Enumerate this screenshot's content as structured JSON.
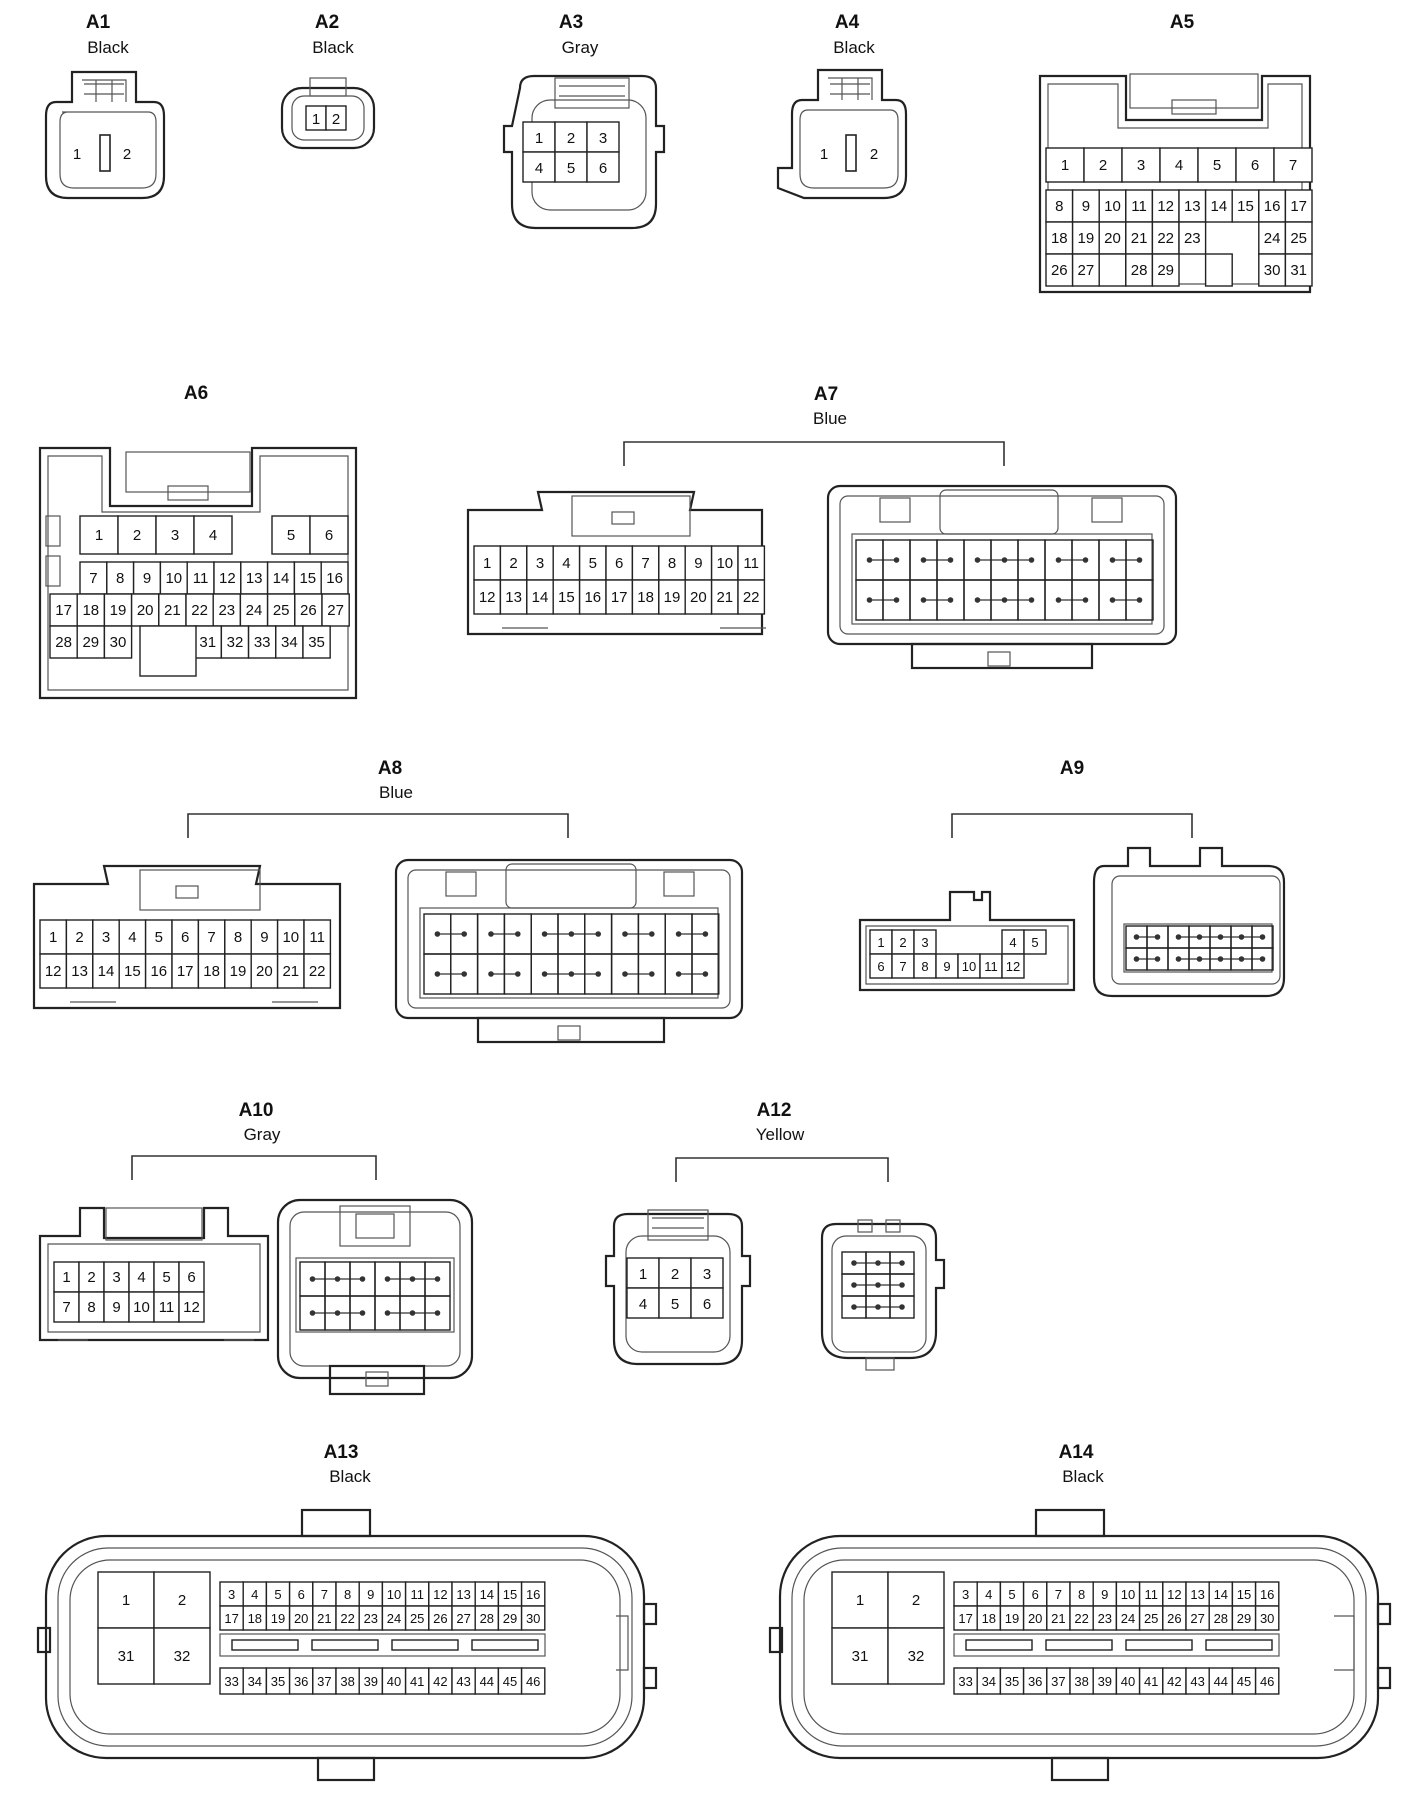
{
  "connectors": {
    "a1": {
      "id": "A1",
      "color": "Black",
      "pins": [
        "1",
        "2"
      ]
    },
    "a2": {
      "id": "A2",
      "color": "Black",
      "pins": [
        "1",
        "2"
      ]
    },
    "a3": {
      "id": "A3",
      "color": "Gray",
      "pins": [
        "1",
        "2",
        "3",
        "4",
        "5",
        "6"
      ]
    },
    "a4": {
      "id": "A4",
      "color": "Black",
      "pins": [
        "1",
        "2"
      ]
    },
    "a5": {
      "id": "A5",
      "color": "",
      "rows": [
        [
          "1",
          "2",
          "3",
          "4",
          "5",
          "6",
          "7"
        ],
        [
          "8",
          "9",
          "10",
          "11",
          "12",
          "13",
          "14",
          "15",
          "16",
          "17"
        ],
        [
          "18",
          "19",
          "20",
          "21",
          "22",
          "23",
          "24",
          "25"
        ],
        [
          "26",
          "27",
          "28",
          "29",
          "30",
          "31"
        ]
      ]
    },
    "a6": {
      "id": "A6",
      "color": "",
      "rows": [
        [
          "1",
          "2",
          "3",
          "4",
          "5",
          "6"
        ],
        [
          "7",
          "8",
          "9",
          "10",
          "11",
          "12",
          "13",
          "14",
          "15",
          "16"
        ],
        [
          "17",
          "18",
          "19",
          "20",
          "21",
          "22",
          "23",
          "24",
          "25",
          "26",
          "27"
        ],
        [
          "28",
          "29",
          "30",
          "31",
          "32",
          "33",
          "34",
          "35"
        ]
      ]
    },
    "a7": {
      "id": "A7",
      "color": "Blue",
      "rows": [
        [
          "1",
          "2",
          "3",
          "4",
          "5",
          "6",
          "7",
          "8",
          "9",
          "10",
          "11"
        ],
        [
          "12",
          "13",
          "14",
          "15",
          "16",
          "17",
          "18",
          "19",
          "20",
          "21",
          "22"
        ]
      ]
    },
    "a8": {
      "id": "A8",
      "color": "Blue",
      "rows": [
        [
          "1",
          "2",
          "3",
          "4",
          "5",
          "6",
          "7",
          "8",
          "9",
          "10",
          "11"
        ],
        [
          "12",
          "13",
          "14",
          "15",
          "16",
          "17",
          "18",
          "19",
          "20",
          "21",
          "22"
        ]
      ]
    },
    "a9": {
      "id": "A9",
      "color": "",
      "rows": [
        [
          "1",
          "2",
          "3",
          "4",
          "5"
        ],
        [
          "6",
          "7",
          "8",
          "9",
          "10",
          "11",
          "12"
        ]
      ]
    },
    "a10": {
      "id": "A10",
      "color": "Gray",
      "rows": [
        [
          "1",
          "2",
          "3",
          "4",
          "5",
          "6"
        ],
        [
          "7",
          "8",
          "9",
          "10",
          "11",
          "12"
        ]
      ]
    },
    "a12": {
      "id": "A12",
      "color": "Yellow",
      "pins": [
        "1",
        "2",
        "3",
        "4",
        "5",
        "6"
      ]
    },
    "a13": {
      "id": "A13",
      "color": "Black",
      "big": [
        "1",
        "2",
        "31",
        "32"
      ],
      "rows": [
        [
          "3",
          "4",
          "5",
          "6",
          "7",
          "8",
          "9",
          "10",
          "11",
          "12",
          "13",
          "14",
          "15",
          "16"
        ],
        [
          "17",
          "18",
          "19",
          "20",
          "21",
          "22",
          "23",
          "24",
          "25",
          "26",
          "27",
          "28",
          "29",
          "30"
        ],
        [
          "33",
          "34",
          "35",
          "36",
          "37",
          "38",
          "39",
          "40",
          "41",
          "42",
          "43",
          "44",
          "45",
          "46"
        ]
      ]
    },
    "a14": {
      "id": "A14",
      "color": "Black",
      "big": [
        "1",
        "2",
        "31",
        "32"
      ],
      "rows": [
        [
          "3",
          "4",
          "5",
          "6",
          "7",
          "8",
          "9",
          "10",
          "11",
          "12",
          "13",
          "14",
          "15",
          "16"
        ],
        [
          "17",
          "18",
          "19",
          "20",
          "21",
          "22",
          "23",
          "24",
          "25",
          "26",
          "27",
          "28",
          "29",
          "30"
        ],
        [
          "33",
          "34",
          "35",
          "36",
          "37",
          "38",
          "39",
          "40",
          "41",
          "42",
          "43",
          "44",
          "45",
          "46"
        ]
      ]
    }
  }
}
